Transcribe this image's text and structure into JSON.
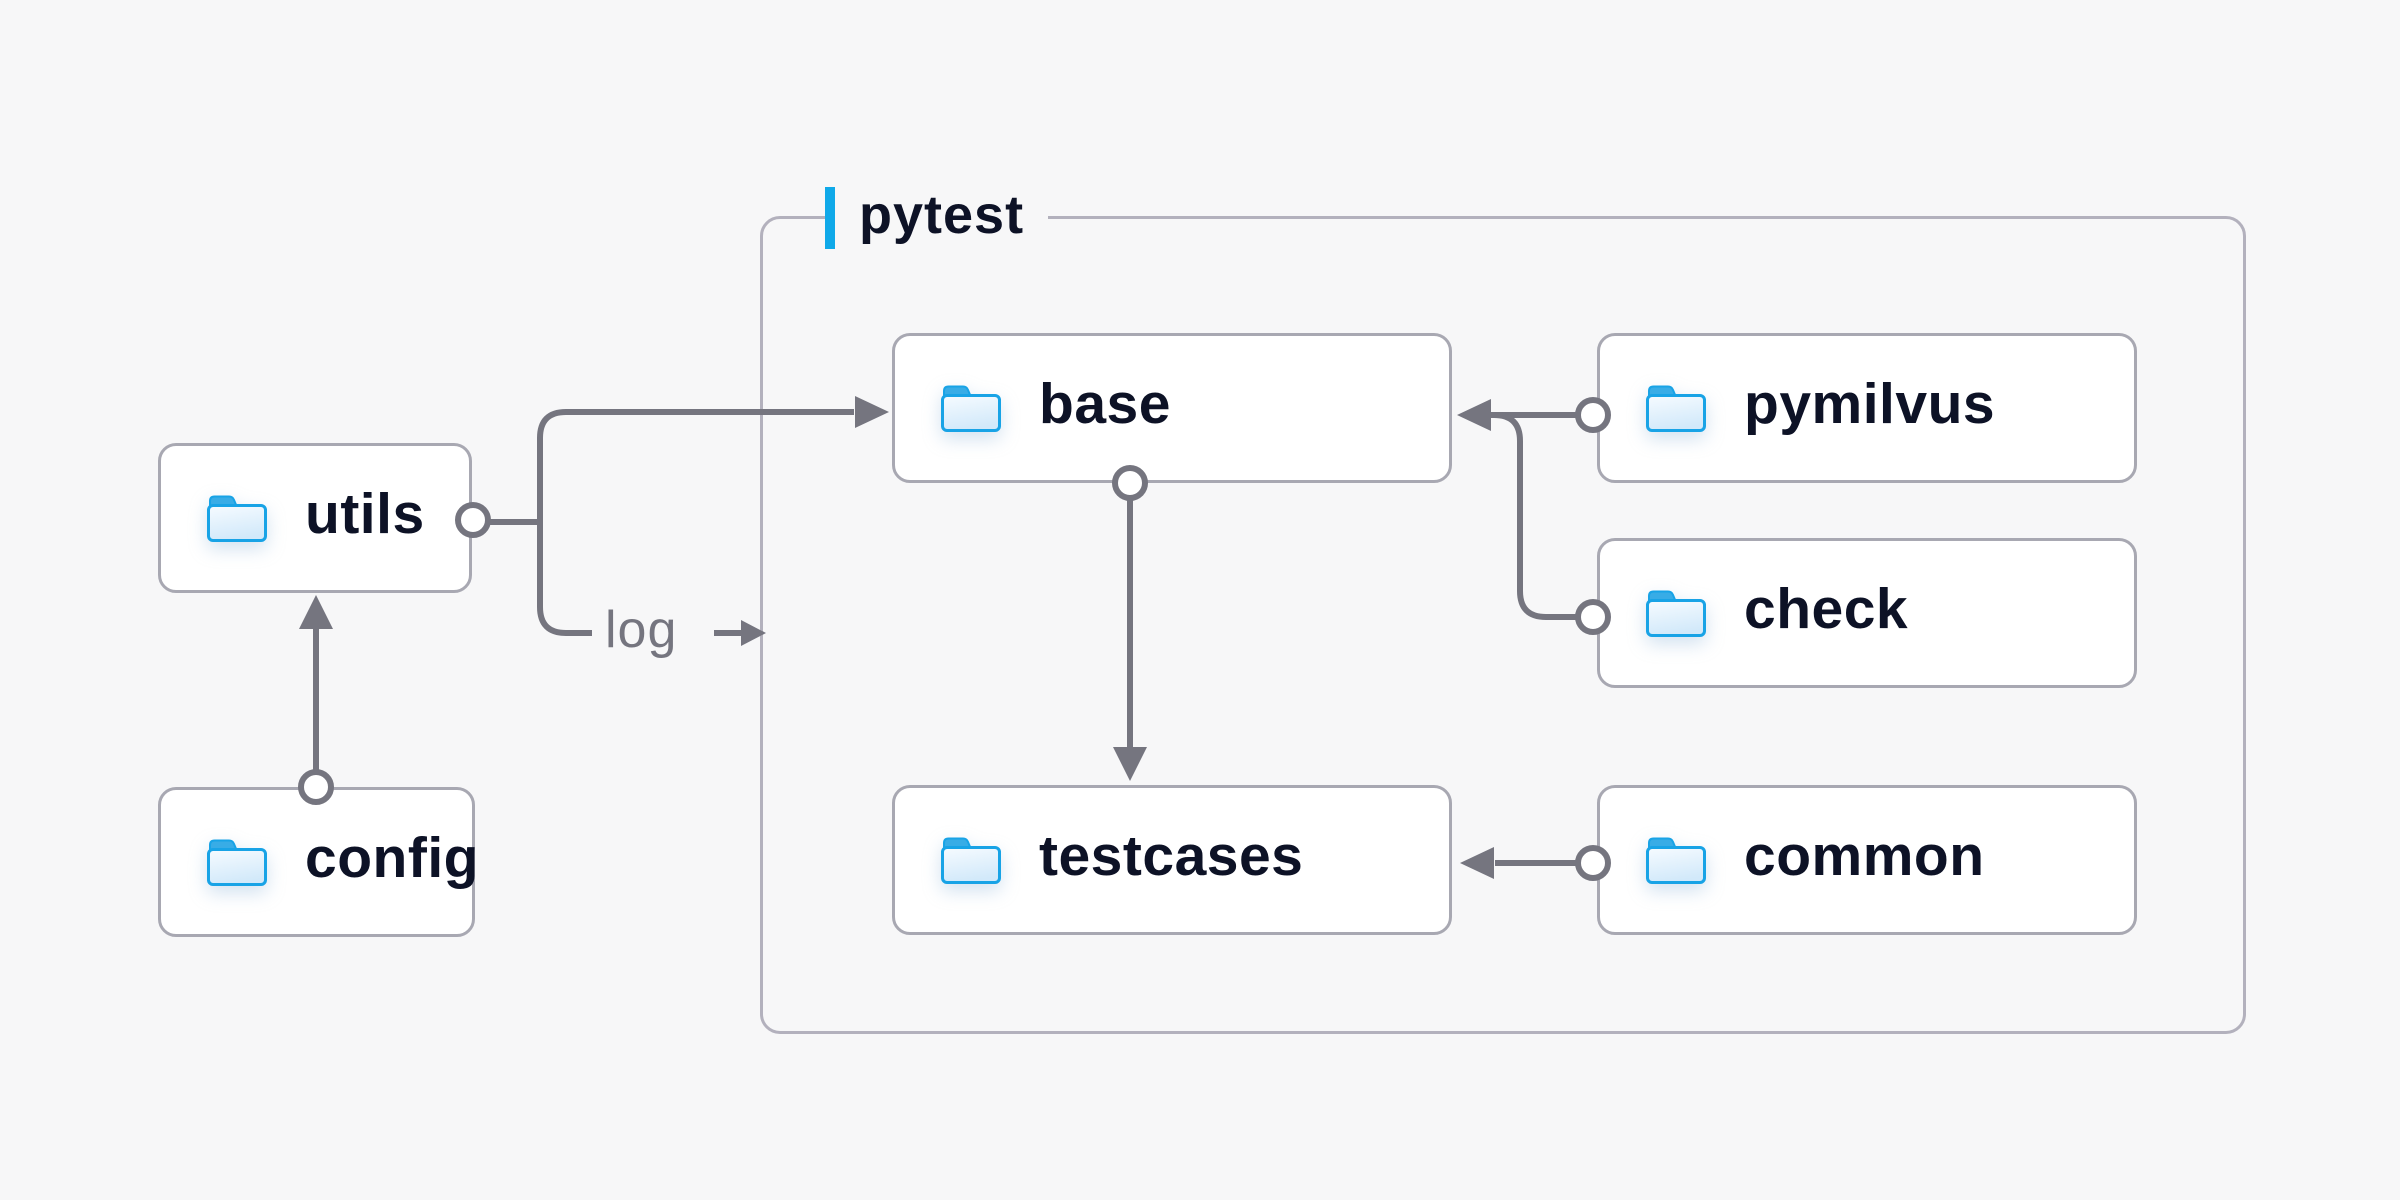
{
  "diagram": {
    "group": {
      "id": "pytest",
      "label": "pytest",
      "children": [
        "base",
        "pymilvus",
        "check",
        "testcases",
        "common"
      ]
    },
    "nodes": {
      "utils": {
        "label": "utils",
        "icon": "folder-icon"
      },
      "config": {
        "label": "config",
        "icon": "folder-icon"
      },
      "base": {
        "label": "base",
        "icon": "folder-icon"
      },
      "pymilvus": {
        "label": "pymilvus",
        "icon": "folder-icon"
      },
      "check": {
        "label": "check",
        "icon": "folder-icon"
      },
      "testcases": {
        "label": "testcases",
        "icon": "folder-icon"
      },
      "common": {
        "label": "common",
        "icon": "folder-icon"
      }
    },
    "edges": [
      {
        "from": "config",
        "to": "utils",
        "style": "circle-to-arrow"
      },
      {
        "from": "utils",
        "to": "base",
        "style": "circle-to-arrow"
      },
      {
        "from": "utils",
        "to": "pytest-group",
        "style": "circle-to-arrow",
        "label": "log"
      },
      {
        "from": "pymilvus",
        "to": "base",
        "style": "circle-to-arrow"
      },
      {
        "from": "check",
        "to": "base",
        "style": "circle-to-arrow"
      },
      {
        "from": "base",
        "to": "testcases",
        "style": "circle-to-arrow"
      },
      {
        "from": "common",
        "to": "testcases",
        "style": "circle-to-arrow"
      }
    ],
    "edge_label": "log",
    "colors": {
      "page_bg": "#f7f7f8",
      "accent": "#0fa9e9",
      "connector": "#75757f",
      "node_border": "#a8a8b2",
      "group_border": "#b3b1bd",
      "node_text": "#0d1226",
      "folder_stroke": "#18a3e6",
      "folder_tab": "#38ace6",
      "folder_fill_light": "#f4fafe",
      "folder_fill_dark": "#d2e9fa"
    }
  }
}
